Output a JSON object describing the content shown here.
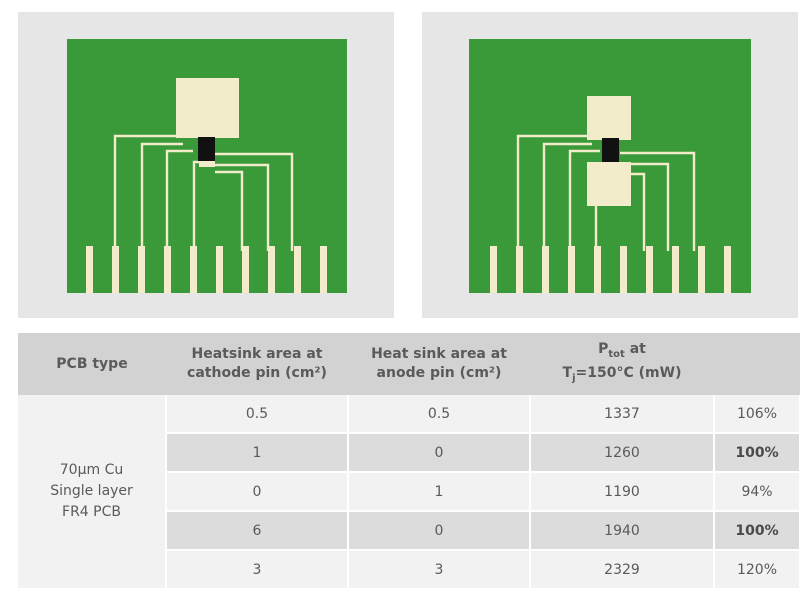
{
  "table": {
    "headers": {
      "pcb_type": "PCB type",
      "cathode_line1": "Heatsink area at",
      "cathode_line2": "cathode pin (cm²)",
      "anode_line1": "Heat sink area at",
      "anode_line2": "anode pin (cm²)",
      "ptot_main": "P",
      "ptot_sub": "tot",
      "ptot_suffix": " at",
      "tj_main": "T",
      "tj_sub": "j",
      "tj_suffix": "=150°C (mW)"
    },
    "pcb_lines": [
      "70µm Cu",
      "Single layer",
      "FR4 PCB"
    ],
    "rows": [
      {
        "cathode": "0.5",
        "anode": "0.5",
        "ptot": "1337",
        "pct": "106%",
        "bold": false
      },
      {
        "cathode": "1",
        "anode": "0",
        "ptot": "1260",
        "pct": "100%",
        "bold": true
      },
      {
        "cathode": "0",
        "anode": "1",
        "ptot": "1190",
        "pct": "94%",
        "bold": false
      },
      {
        "cathode": "6",
        "anode": "0",
        "ptot": "1940",
        "pct": "100%",
        "bold": true
      },
      {
        "cathode": "3",
        "anode": "3",
        "ptot": "2329",
        "pct": "120%",
        "bold": false
      }
    ]
  },
  "colors": {
    "board": "#3a9a3a",
    "copper": "#f2eccb",
    "panel_bg": "#e6e6e6",
    "component": "#111111"
  }
}
